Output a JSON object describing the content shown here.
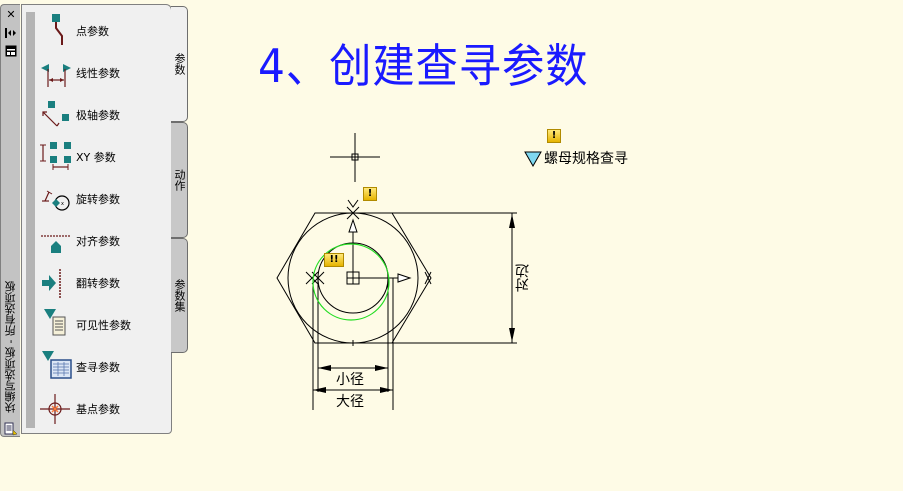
{
  "palette": {
    "title": "块编写选项板 - 所有选项板",
    "controls": {
      "close": "✕",
      "autohide": "⇔",
      "properties": "▤"
    },
    "items": [
      {
        "label": "点参数",
        "icon": "point-parameter-icon"
      },
      {
        "label": "线性参数",
        "icon": "linear-parameter-icon"
      },
      {
        "label": "极轴参数",
        "icon": "polar-parameter-icon"
      },
      {
        "label": "XY 参数",
        "icon": "xy-parameter-icon"
      },
      {
        "label": "旋转参数",
        "icon": "rotation-parameter-icon"
      },
      {
        "label": "对齐参数",
        "icon": "alignment-parameter-icon"
      },
      {
        "label": "翻转参数",
        "icon": "flip-parameter-icon"
      },
      {
        "label": "可见性参数",
        "icon": "visibility-parameter-icon"
      },
      {
        "label": "查寻参数",
        "icon": "lookup-parameter-icon"
      },
      {
        "label": "基点参数",
        "icon": "basepoint-parameter-icon"
      }
    ],
    "tabs": [
      {
        "label": "参数",
        "active": true
      },
      {
        "label": "动作",
        "active": false
      },
      {
        "label": "参数集",
        "active": false
      }
    ]
  },
  "canvas": {
    "heading": "4、创建查寻参数",
    "lookup_parameter_label": "螺母规格查寻",
    "warning_single": "!",
    "warning_double": "!!",
    "dimensions": {
      "small_diameter": "小径",
      "large_diameter": "大径",
      "across_flats": "对边"
    }
  },
  "colors": {
    "background": "#fefbe6",
    "heading": "#1a1aff",
    "parameter_teal": "#1a7f7f",
    "parameter_red": "#6b1a1a",
    "green_circle": "#22dd22",
    "lookup_triangle": "#7fd8f0"
  }
}
